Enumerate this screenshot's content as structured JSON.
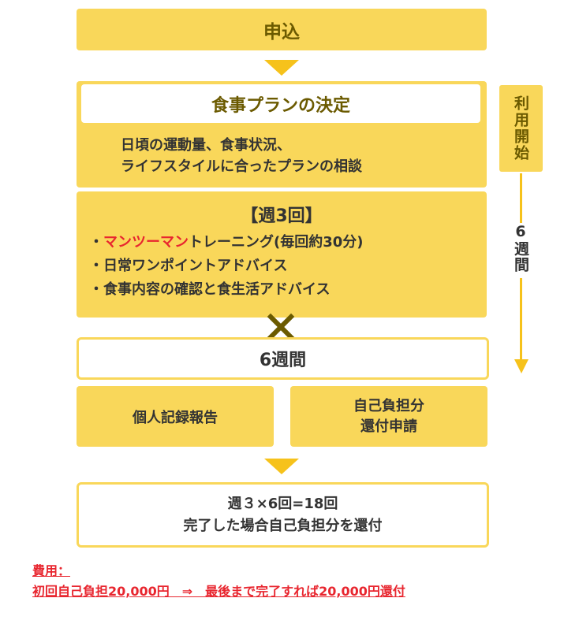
{
  "colors": {
    "yellow_box": "#f9d75a",
    "arrow": "#f6c21b",
    "title_text": "#6b5a00",
    "accent_red": "#e8262f",
    "fee_red": "#e8262f",
    "text": "#333333"
  },
  "steps": {
    "apply": "申込",
    "meal_plan_title": "食事プランの決定",
    "meal_plan_desc_line1": "日頃の運動量、食事状況、",
    "meal_plan_desc_line2": "ライフスタイルに合ったプランの相談",
    "weekly_title": "【週3回】",
    "bullet": "・",
    "items": [
      {
        "highlight": "マンツーマン",
        "text": "トレーニング(毎回約30分)"
      },
      {
        "highlight": "",
        "text": "日常ワンポイントアドバイス"
      },
      {
        "highlight": "",
        "text": "食事内容の確認と食生活アドバイス"
      }
    ],
    "times_icon": "cross-multiply-icon",
    "six_weeks": "6週間",
    "record_report": "個人記録報告",
    "refund_line1": "自己負担分",
    "refund_line2": "還付申請",
    "result_line1": "週３×6回=18回",
    "result_line2": "完了した場合自己負担分を還付"
  },
  "side": {
    "start_label": "利用開始",
    "duration_label": "6週間"
  },
  "fee": {
    "label": "費用：",
    "detail": "初回自己負担20,000円　⇒　最後まで完了すれば20,000円還付"
  }
}
